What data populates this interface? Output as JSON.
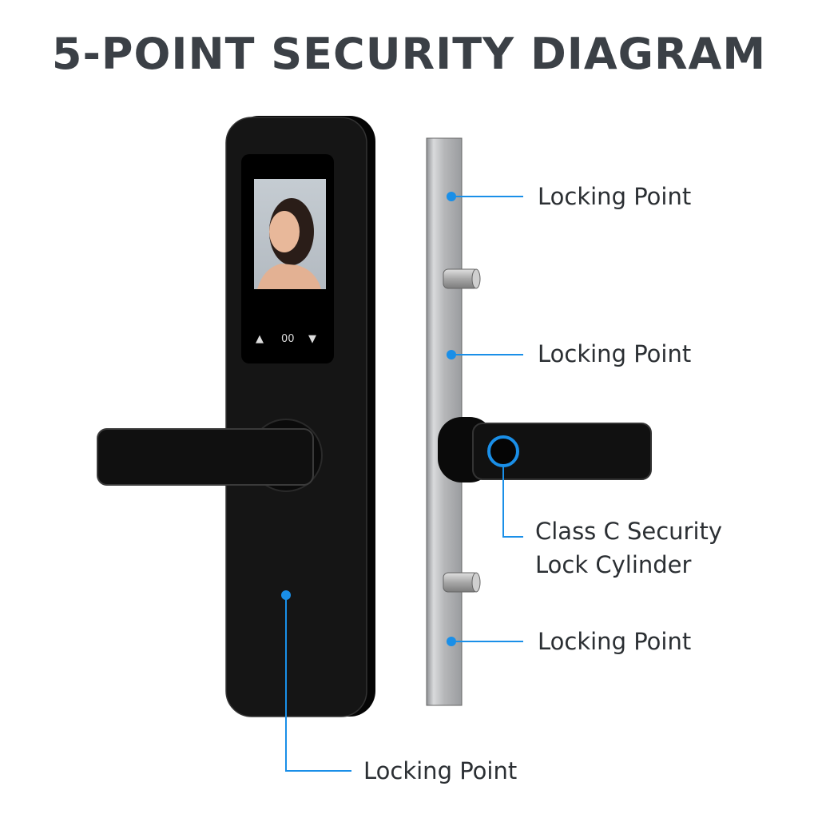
{
  "title": "5-POINT SECURITY DIAGRAM",
  "colors": {
    "accent": "#1a8fe8",
    "panel": "#121212",
    "steel": "#b8b9bb",
    "title": "#3b4046"
  },
  "screen": {
    "up_icon": "▲",
    "center_text": "00",
    "down_icon": "▼"
  },
  "labels": {
    "top": "Locking Point",
    "upper_middle": "Locking Point",
    "cylinder_line1": "Class C Security",
    "cylinder_line2": "Lock Cylinder",
    "lower": "Locking Point",
    "bottom": "Locking Point"
  }
}
